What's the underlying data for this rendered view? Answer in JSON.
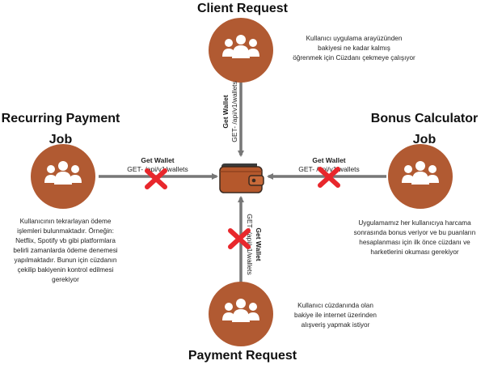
{
  "nodes": {
    "client": {
      "title": "Client Request",
      "desc_lines": [
        "Kullanıcı uygulama arayüzünden",
        "bakiyesi ne kadar kalmış",
        "öğrenmek için Cüzdanı çekmeye çalışıyor"
      ]
    },
    "recurring": {
      "title_lines": [
        "Recurring Payment",
        "Job"
      ],
      "desc_lines": [
        "Kullanıcının tekrarlayan ödeme",
        "işlemleri bulunmaktadır. Örneğin:",
        "Netflix, Spotify vb gibi platformlara",
        "belirli zamanlarda ödeme denemesi",
        "yapılmaktadır. Bunun için cüzdanın",
        "çekilip bakiyenin kontrol edilmesi",
        "gerekiyor"
      ]
    },
    "bonus": {
      "title_lines": [
        "Bonus Calculator",
        "Job"
      ],
      "desc_lines": [
        "Uygulamamız her kullanıcıya harcama",
        "sonrasında bonus veriyor ve bu puanların",
        "hesaplanması için ilk önce cüzdanı ve",
        "harketlerini okuması gerekiyor"
      ]
    },
    "payment": {
      "title": "Payment Request",
      "desc_lines": [
        "Kullanıcı cüzdanında olan",
        "bakiye ile internet üzerinden",
        "alışveriş yapmak istiyor"
      ]
    }
  },
  "edges": {
    "left": {
      "title": "Get Wallet",
      "path": "GET- /api/v1/wallets"
    },
    "right": {
      "title": "Get Wallet",
      "path": "GET- /api/v1/wallets"
    },
    "top": {
      "title": "Get Wallet",
      "path": "GET- /api/v1/wallets"
    },
    "bottom": {
      "title": "Get Wallet",
      "path": "GET- /api/v1/wallets"
    }
  },
  "colors": {
    "node_fill": "#b15a32",
    "arrow": "#777777",
    "cross": "#e8272c",
    "wallet": "#b5582c"
  },
  "icons": {
    "nodes": "users-group-icon",
    "center": "wallet-icon",
    "blocked": "cross-icon"
  }
}
